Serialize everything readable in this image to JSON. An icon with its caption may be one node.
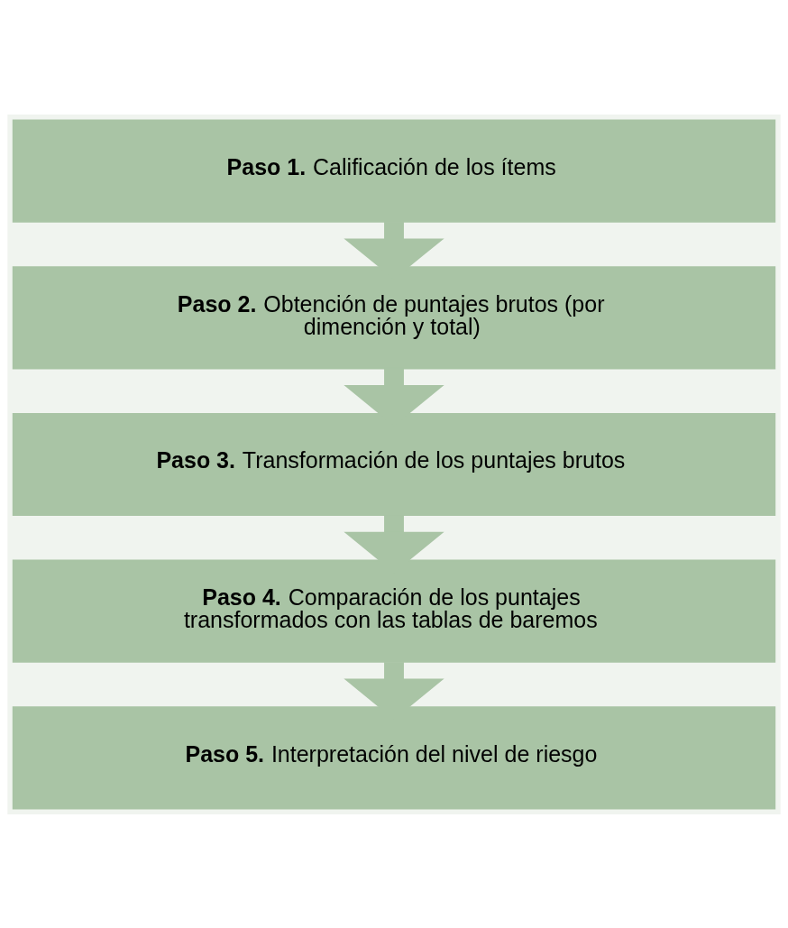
{
  "diagram": {
    "nodes": [
      {
        "text": [
          "**Paso 1.** Calificación de los ítems"
        ]
      },
      {
        "text": [
          "**Paso 2.** Obtención de puntajes brutos (por dimención y total)"
        ]
      },
      {
        "text": [
          "**Paso 3.** Transformación de los puntajes brutos"
        ]
      },
      {
        "text": [
          "**Paso 4.** Comparación de los puntajes transformados con las tablas de baremos"
        ]
      },
      {
        "text": [
          "**Paso 5.** Interpretación del nivel de riesgo"
        ]
      }
    ],
    "edges": [
      {
        "from": 0,
        "to": 1,
        "arrow": "to"
      },
      {
        "from": 1,
        "to": 2,
        "arrow": "to"
      },
      {
        "from": 2,
        "to": 3,
        "arrow": "to"
      },
      {
        "from": 3,
        "to": 4,
        "arrow": "to"
      }
    ]
  }
}
